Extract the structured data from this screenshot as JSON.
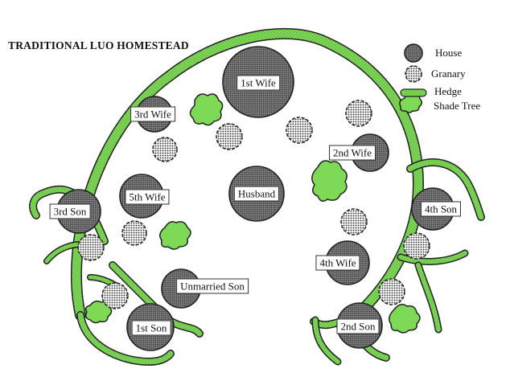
{
  "title": "TRADITIONAL LUO HOMESTEAD",
  "legend": {
    "house": "House",
    "granary": "Granary",
    "hedge": "Hedge",
    "shade_tree": "Shade Tree"
  },
  "houses": {
    "first_wife": "1st Wife",
    "second_wife": "2nd Wife",
    "third_wife": "3rd Wife",
    "fourth_wife": "4th Wife",
    "fifth_wife": "5th Wife",
    "husband": "Husband",
    "first_son": "1st Son",
    "second_son": "2nd Son",
    "third_son": "3rd Son",
    "fourth_son": "4th Son",
    "unmarried_son": "Unmarried Son"
  },
  "colors": {
    "hedge": "#7ed957",
    "house_fill": "#6e6e6e",
    "granary_fill": "#dcdcdc",
    "outline": "#222222"
  }
}
